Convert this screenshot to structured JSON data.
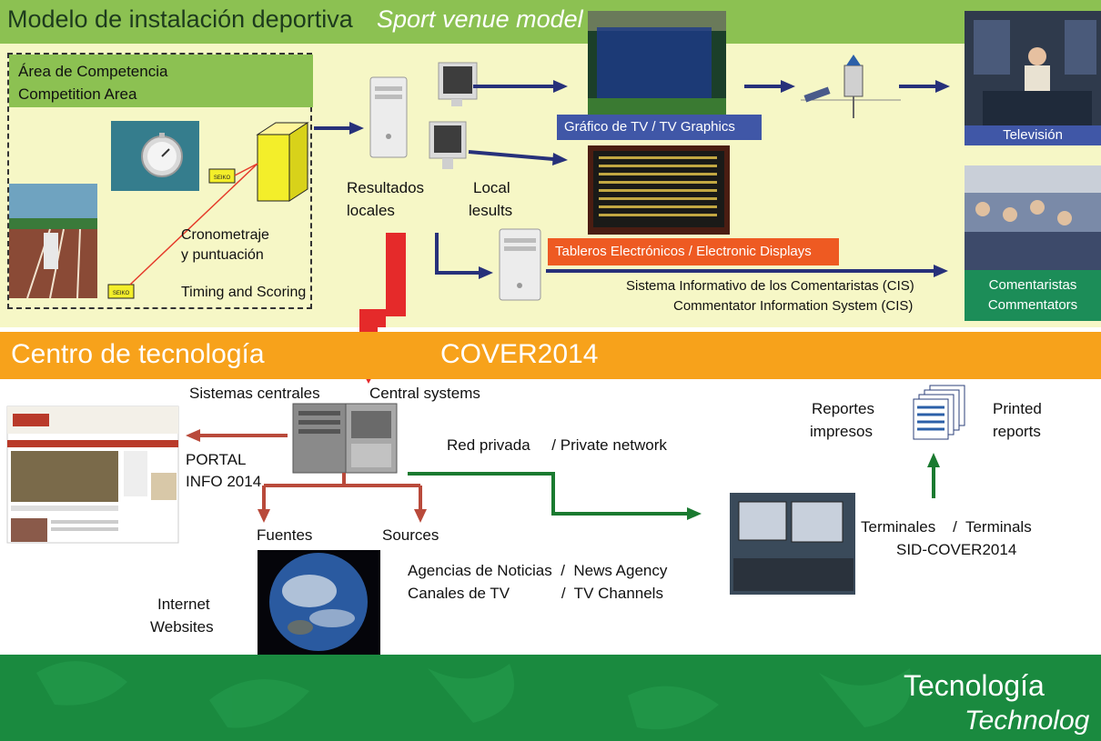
{
  "header": {
    "title_es": "Modelo de instalación deportiva",
    "title_en": "Sport venue model"
  },
  "competition": {
    "area_es": "Área de Competencia",
    "area_en": "Competition Area",
    "timing_es_1": "Cronometraje",
    "timing_es_2": "y puntuación",
    "timing_en": "Timing and Scoring",
    "device_tag": "SEIKO"
  },
  "results": {
    "local_es_1": "Resultados",
    "local_es_2": "locales",
    "local_en_1": "Local",
    "local_en_2": "lesults"
  },
  "outputs": {
    "tv_graphics": "Gráfico de TV  /  TV  Graphics",
    "television": "Televisión",
    "displays": "Tableros Electrónicos    / Electronic Displays",
    "cis_es": "Sistema Informativo de los Comentaristas (CIS)",
    "cis_en": "Commentator Information  System (CIS)",
    "commentators_es": "Comentaristas",
    "commentators_en": "Commentators"
  },
  "center": {
    "title_es": "Centro de tecnología",
    "title_en": "COVER2014",
    "central_es": "Sistemas centrales",
    "central_en": "Central systems",
    "portal_1": "PORTAL",
    "portal_2": "INFO 2014",
    "network": "Red privada     / Private network",
    "sources_es": "Fuentes",
    "sources_en": "Sources",
    "news": "Agencias de Noticias  /  News Agency",
    "tv_channels": "Canales de TV            /  TV Channels",
    "internet_1": "Internet",
    "internet_2": "Websites",
    "reports_es_1": "Reportes",
    "reports_es_2": "impresos",
    "reports_en_1": "Printed",
    "reports_en_2": "reports",
    "terminals": "Terminales    /  Terminals",
    "terminals_sys": "SID-COVER2014"
  },
  "footer": {
    "title_es": "Tecnología",
    "title_en": "Technolog"
  },
  "colors": {
    "green": "#8cc152",
    "navy": "#27317a",
    "red": "#e52a2a",
    "dark_red": "#b94a3b",
    "dark_green": "#1a7a30",
    "orange": "#f7a21b"
  }
}
